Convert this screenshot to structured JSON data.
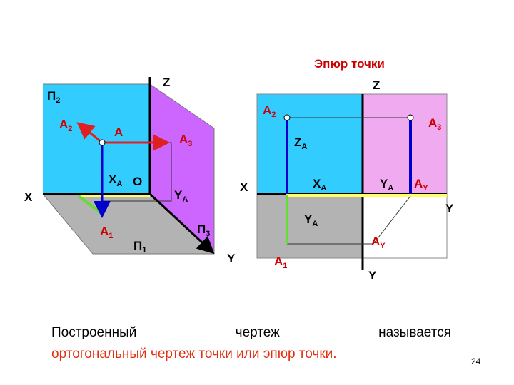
{
  "title": "Эпюр точки",
  "left_diagram": {
    "plane_v": "П",
    "plane_v_sub": "2",
    "plane_h": "П",
    "plane_h_sub": "1",
    "plane_p": "П",
    "plane_p_sub": "3",
    "axis_z": "Z",
    "axis_x": "X",
    "axis_y": "Y",
    "origin": "O",
    "a2": "A",
    "a2_sub": "2",
    "a": "A",
    "a3": "A",
    "a3_sub": "3",
    "a1": "A",
    "a1_sub": "1",
    "xa": "X",
    "xa_sub": "A",
    "ya": "Y",
    "ya_sub": "A"
  },
  "right_diagram": {
    "axis_z": "Z",
    "axis_x": "X",
    "axis_y_right": "Y",
    "axis_y_bottom": "Y",
    "a2": "A",
    "a2_sub": "2",
    "a3": "A",
    "a3_sub": "3",
    "a1": "A",
    "a1_sub": "1",
    "za": "Z",
    "za_sub": "A",
    "xa": "X",
    "xa_sub": "A",
    "ya_upper": "Y",
    "ya_upper_sub": "A",
    "ya_lower": "Y",
    "ya_lower_sub": "A",
    "ay_upper": "A",
    "ay_upper_sub": "Y",
    "ay_lower": "A",
    "ay_lower_sub": "Y"
  },
  "caption": {
    "word1": "Построенный",
    "word2": "чертеж",
    "word3": "называется",
    "line2": "ортогональный чертеж точки или эпюр точки."
  },
  "page_number": "24",
  "colors": {
    "frontal_plane": "#33ccff",
    "profile_plane": "#cc66ff",
    "horizontal_plane": "#b3b3b3",
    "profile_plane_light": "#f0aaf0",
    "red_line": "#e02020",
    "blue_line": "#0000cc",
    "green_line": "#66dd33",
    "yellow_line": "#ffff66"
  }
}
